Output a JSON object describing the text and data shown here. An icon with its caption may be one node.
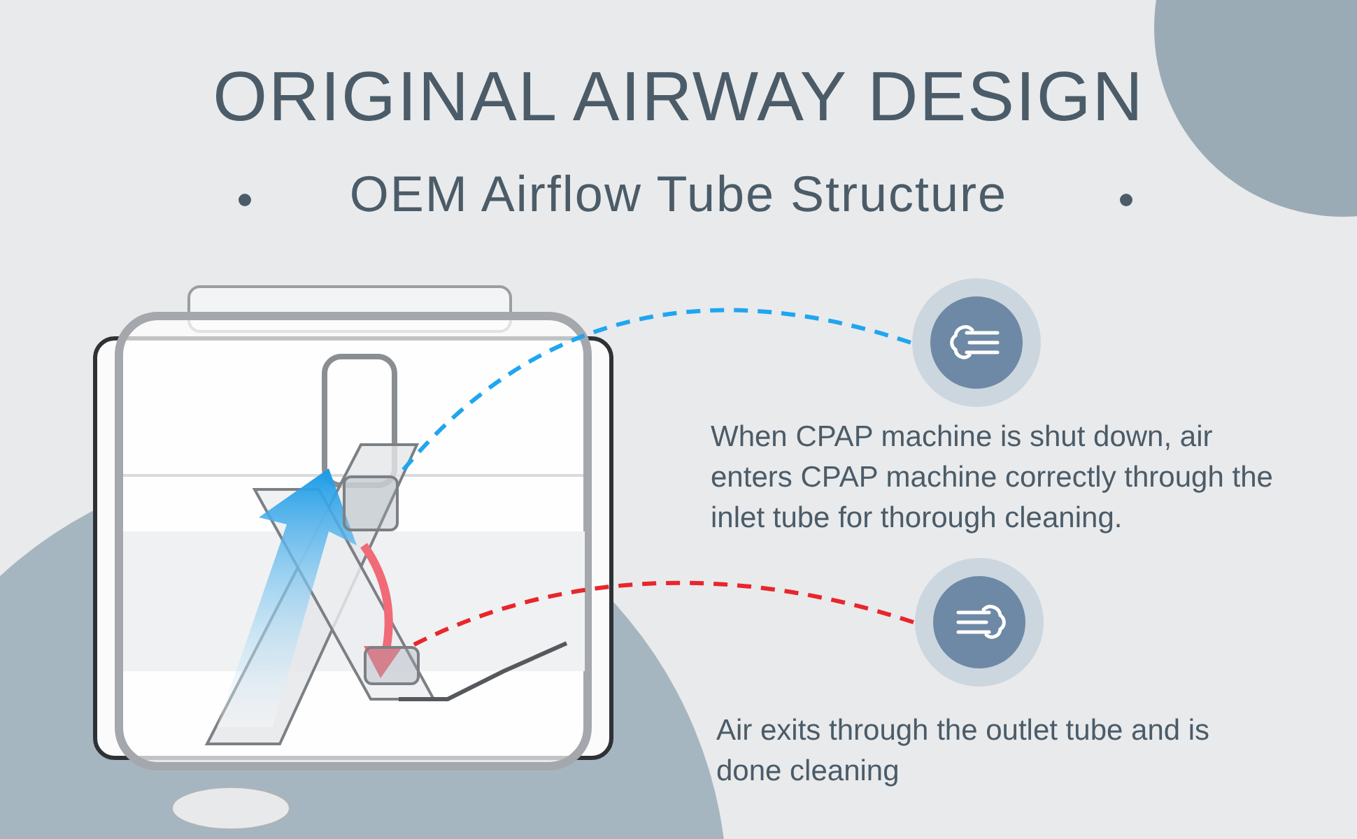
{
  "diagram": {
    "title": "ORIGINAL AIRWAY DESIGN",
    "nodes": [
      {
        "text": [],
        "shape": "picture"
      },
      {
        "text": [],
        "shape": "box",
        "in": 0
      },
      {
        "text": [],
        "shape": "box",
        "in": 0
      },
      {
        "text": [],
        "shape": "circle",
        "beside": [
          "When CPAP machine is shut down, air enters CPAP machine correctly through the inlet tube for thorough cleaning."
        ]
      },
      {
        "text": [],
        "shape": "circle",
        "beside": [
          "Air exits through the outlet tube and is done cleaning"
        ]
      }
    ],
    "edges": [
      {
        "from": 3,
        "to": 1,
        "arrow": "none",
        "style": "dashed",
        "color": "#1fa6f0"
      },
      {
        "from": 4,
        "to": 2,
        "arrow": "none",
        "style": "dashed",
        "color": "#e8262b"
      }
    ],
    "labels": [
      "OEM Airflow Tube Structure"
    ]
  }
}
